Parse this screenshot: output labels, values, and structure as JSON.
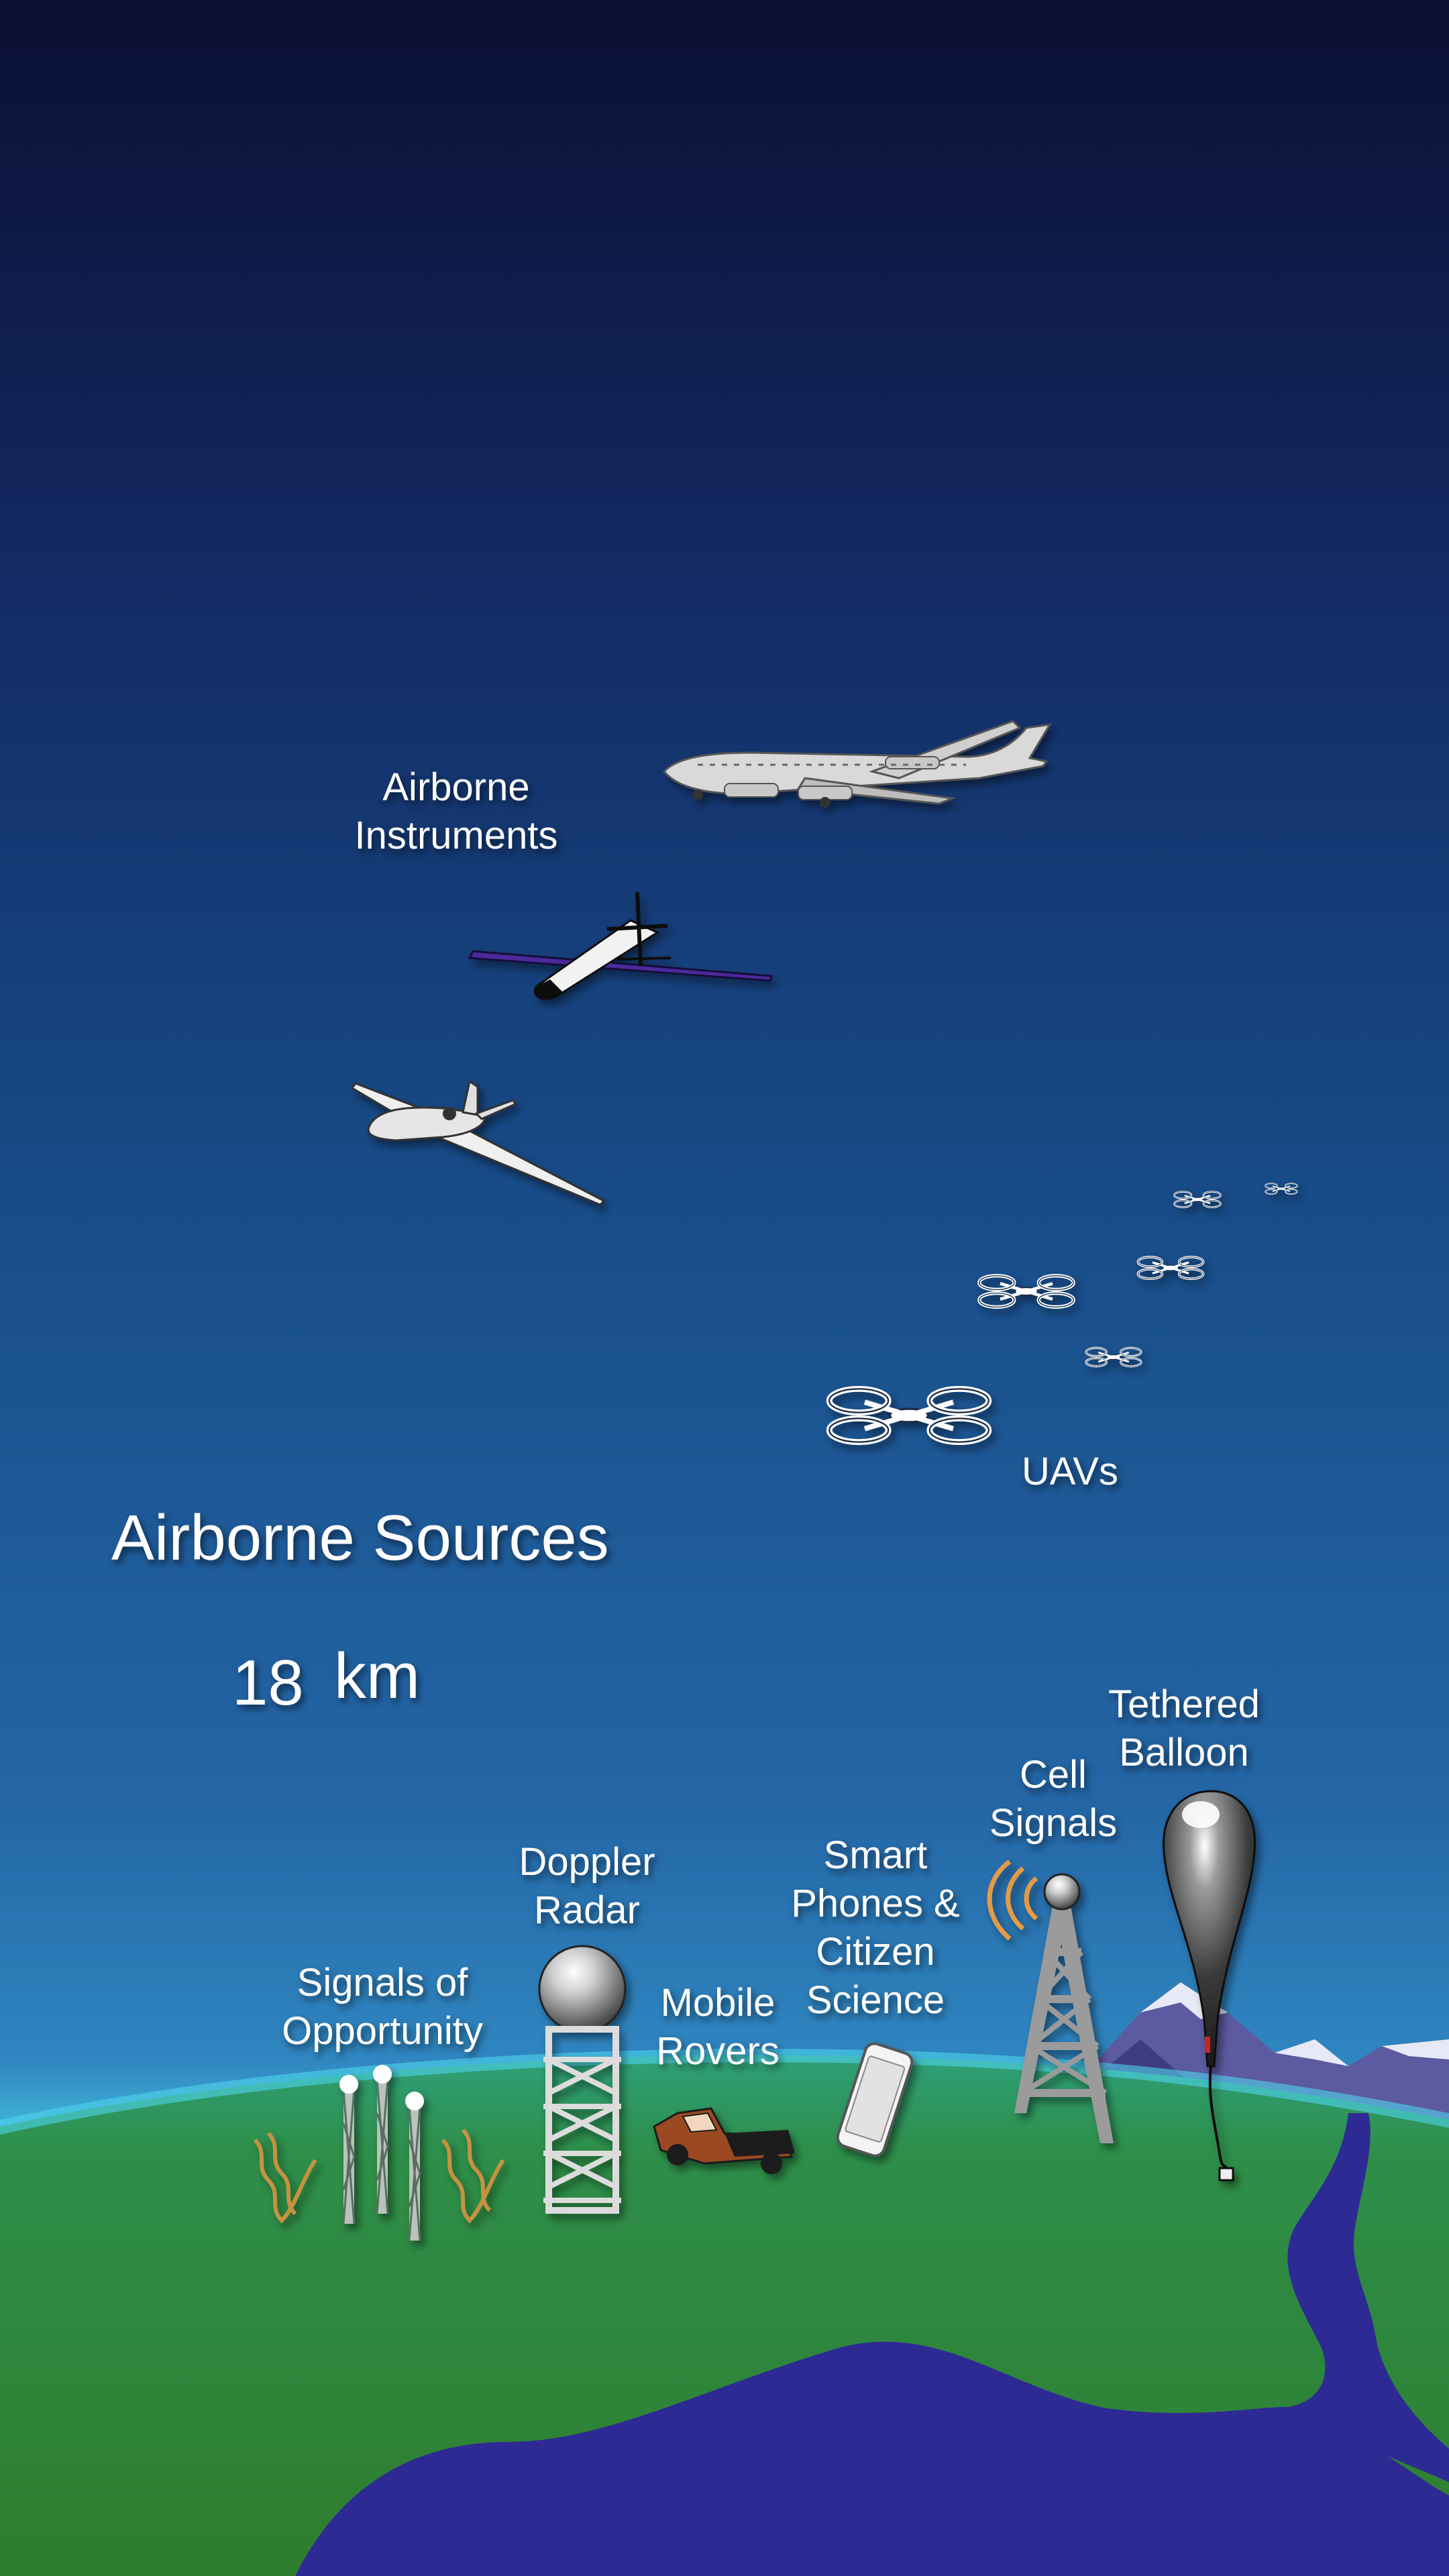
{
  "colors": {
    "sky_top": "#0b1033",
    "sky_mid": "#174a86",
    "sky_low": "#2a6fae",
    "horizon_glow": "#4fd4ec",
    "ground": "#2e8a3e",
    "ground_light": "#2f9f6a",
    "water": "#2e2a94",
    "mountains": "#5c5aa0",
    "snow": "#e7e9f6",
    "truck": "#9a4a22"
  },
  "icons": [
    "jet-airliner-icon",
    "solar-glider-icon",
    "surveillance-drone-icon",
    "quadcopter-icon",
    "wind-profiler-icon",
    "doppler-radar-tower-icon",
    "pickup-truck-icon",
    "smartphone-icon",
    "cell-tower-icon",
    "tethered-balloon-icon",
    "mountains-icon",
    "river-icon"
  ],
  "labels": {
    "airborne_instruments": "Airborne\nInstruments",
    "uavs": "UAVs",
    "airborne_sources": "Airborne Sources",
    "altitude_value": "18",
    "altitude_unit": "km",
    "signals_of_opportunity": "Signals of\nOpportunity",
    "doppler_radar": "Doppler\nRadar",
    "mobile_rovers": "Mobile\nRovers",
    "smart_phones": "Smart\nPhones &\nCitizen\nScience",
    "cell_signals": "Cell\nSignals",
    "tethered_balloon": "Tethered\nBalloon"
  }
}
